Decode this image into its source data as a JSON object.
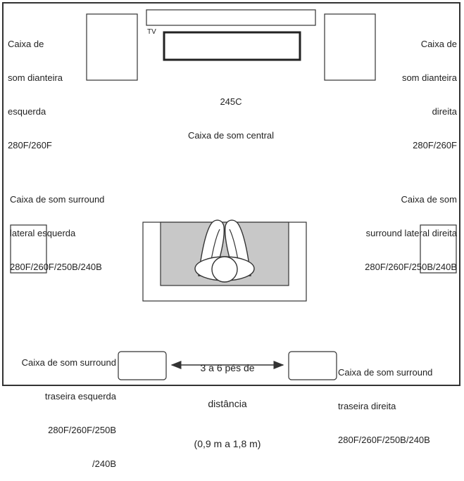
{
  "front_left": {
    "lines": [
      "Caixa de",
      "som dianteira",
      "esquerda",
      "280F/260F"
    ]
  },
  "front_right": {
    "lines": [
      "Caixa de",
      "som dianteira",
      "direita",
      "280F/260F"
    ]
  },
  "tv_label": "TV",
  "center": {
    "lines": [
      "245C",
      "Caixa de som central"
    ]
  },
  "side_left": {
    "lines": [
      "Caixa de som surround",
      "lateral esquerda",
      "280F/260F/250B/240B"
    ]
  },
  "side_right": {
    "lines": [
      "Caixa de som",
      "surround lateral direita",
      "280F/260F/250B/240B"
    ]
  },
  "rear_left": {
    "lines": [
      "Caixa de som surround",
      "traseira esquerda",
      "280F/260F/250B",
      "/240B"
    ]
  },
  "rear_right": {
    "lines": [
      "Caixa de som surround",
      "traseira direita",
      "280F/260F/250B/240B"
    ]
  },
  "distance": {
    "lines": [
      "3 a 6 pés de",
      "distância",
      "(0,9 m a 1,8 m)"
    ]
  },
  "colors": {
    "line": "#333333",
    "couch_fill": "#c8c8c8",
    "background": "#ffffff"
  }
}
